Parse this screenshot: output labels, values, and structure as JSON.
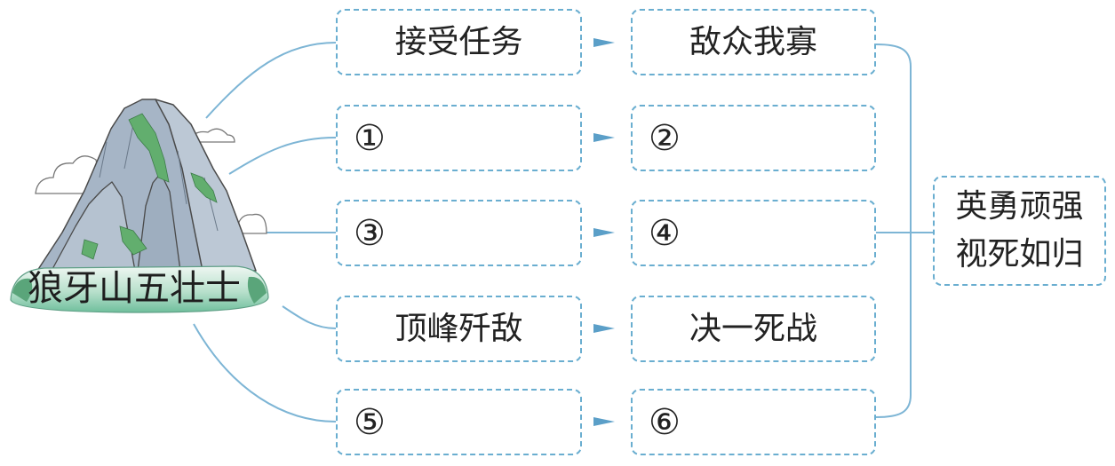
{
  "diagram": {
    "root_label": "狼牙山五壮士",
    "rows": [
      {
        "left": "接受任务",
        "right": "敌众我寡"
      },
      {
        "left": "①",
        "right": "②"
      },
      {
        "left": "③",
        "right": "④"
      },
      {
        "left": "顶峰歼敌",
        "right": "决一死战"
      },
      {
        "left": "⑤",
        "right": "⑥"
      }
    ],
    "summary": [
      "英勇顽强",
      "视死如归"
    ]
  },
  "colors": {
    "box_border": "#6aaed0",
    "connector": "#7db5d5",
    "arrow": "#5b9fc8",
    "text": "#222222"
  }
}
